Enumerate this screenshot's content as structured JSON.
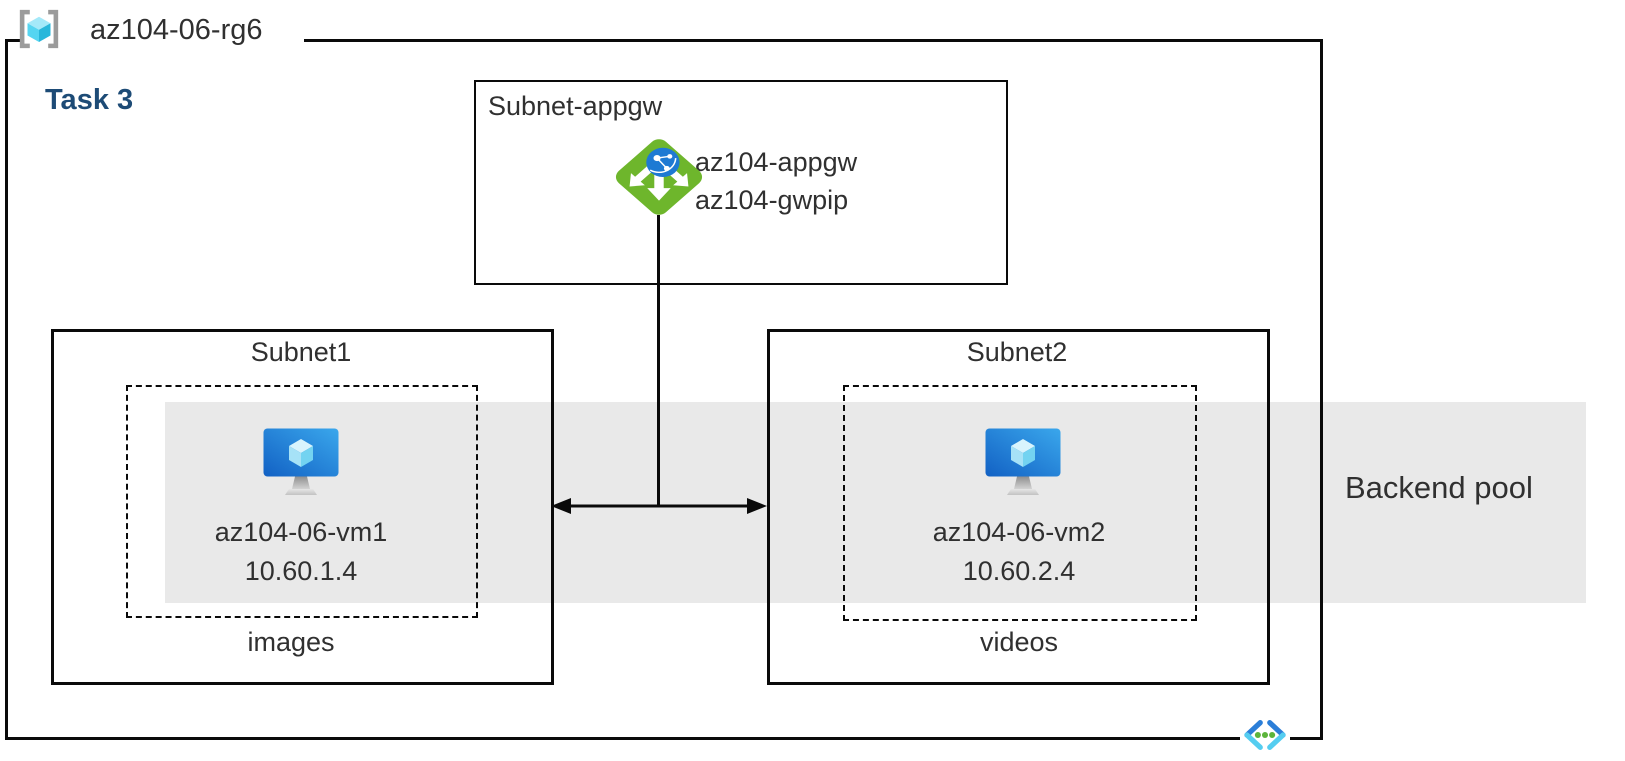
{
  "resource_group": {
    "label": "az104-06-rg6",
    "task": "Task 3"
  },
  "appgw_subnet": {
    "label": "Subnet-appgw",
    "gateway_name": "az104-appgw",
    "public_ip_name": "az104-gwpip"
  },
  "subnet1": {
    "label": "Subnet1",
    "vm_name": "az104-06-vm1",
    "vm_ip": "10.60.1.4",
    "storage_label": "images"
  },
  "subnet2": {
    "label": "Subnet2",
    "vm_name": "az104-06-vm2",
    "vm_ip": "10.60.2.4",
    "storage_label": "videos"
  },
  "backend_pool": {
    "label": "Backend pool"
  },
  "icons": {
    "resource_group": "resource-group-icon",
    "application_gateway": "application-gateway-icon",
    "virtual_machine_1": "virtual-machine-icon",
    "virtual_machine_2": "virtual-machine-icon",
    "virtual_network": "virtual-network-icon"
  },
  "colors": {
    "band_gray": "#e9e9e9",
    "task_blue": "#1d4b76",
    "border_black": "#0a0a0a",
    "appgw_green": "#6eb62c",
    "globe_blue": "#1e7ad3",
    "vm_screen_dark": "#1261c4",
    "vm_screen_light": "#3aa7ec",
    "cube_top": "#d8f4fd",
    "cube_left": "#a6e2f7",
    "cube_right": "#73d3f1",
    "rg_bracket_gray": "#9b9b9b",
    "rg_cube_top": "#a4e9f9",
    "rg_cube_left": "#55d5f1",
    "rg_cube_right": "#28b7db",
    "vnet_dark_blue": "#2b7ed8",
    "vnet_cyan": "#55cdf0",
    "vnet_dot_green": "#5cb43b"
  }
}
